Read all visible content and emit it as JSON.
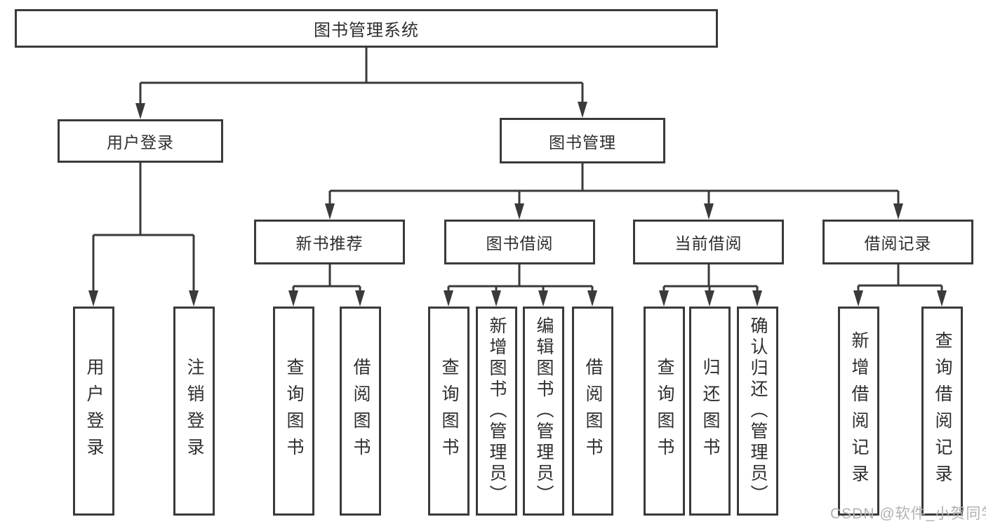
{
  "diagram": {
    "title": "图书管理系统",
    "nodes": {
      "root": "图书管理系统",
      "user_login": "用户登录",
      "book_mgmt": "图书管理",
      "new_book_rec": "新书推荐",
      "book_borrow": "图书借阅",
      "current_borrow": "当前借阅",
      "borrow_records": "借阅记录"
    },
    "leaves": [
      {
        "label": "用户登录"
      },
      {
        "label": "注销登录"
      },
      {
        "label": "查询图书"
      },
      {
        "label": "借阅图书"
      },
      {
        "label": "查询图书"
      },
      {
        "label": "新增图书（管理员）"
      },
      {
        "label": "编辑图书（管理员）"
      },
      {
        "label": "借阅图书"
      },
      {
        "label": "查询图书"
      },
      {
        "label": "归还图书"
      },
      {
        "label": "确认归还（管理员）"
      },
      {
        "label": "新增借阅记录"
      },
      {
        "label": "查询借阅记录"
      }
    ]
  },
  "colors": {
    "line": "#3a3a3a",
    "text": "#2e2e2e",
    "background": "#ffffff",
    "watermark": "#aeb1b6"
  },
  "watermark": "CSDN @软件_小贺同学"
}
